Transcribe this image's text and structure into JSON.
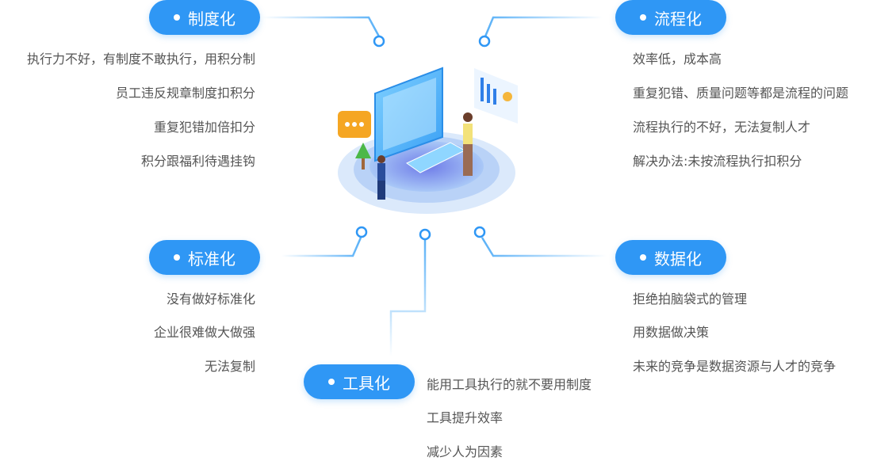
{
  "sections": [
    {
      "title": "制度化",
      "items": [
        "执行力不好，有制度不敢执行，用积分制",
        "员工违反规章制度扣积分",
        "重复犯错加倍扣分",
        "积分跟福利待遇挂钩"
      ]
    },
    {
      "title": "流程化",
      "items": [
        "效率低，成本高",
        "重复犯错、质量问题等都是流程的问题",
        "流程执行的不好，无法复制人才",
        "解决办法:未按流程执行扣积分"
      ]
    },
    {
      "title": "标准化",
      "items": [
        "没有做好标准化",
        "企业很难做大做强",
        "无法复制"
      ]
    },
    {
      "title": "数据化",
      "items": [
        "拒绝拍脑袋式的管理",
        "用数据做决策",
        "未来的竞争是数据资源与人才的竞争"
      ]
    },
    {
      "title": "工具化",
      "items": [
        "能用工具执行的就不要用制度",
        "工具提升效率",
        "减少人为因素"
      ]
    }
  ],
  "colors": {
    "accent": "#2f97f5",
    "text": "#555555",
    "line": "#5ab1f7"
  }
}
